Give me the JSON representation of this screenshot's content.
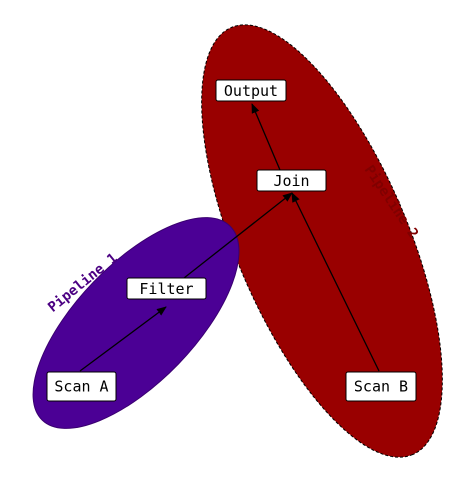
{
  "colors": {
    "pipeline_1": "#4b0095",
    "pipeline_2": "#990000",
    "pipeline_1_label": "#4b0082",
    "pipeline_2_label": "#800000",
    "node_fill": "#ffffff",
    "node_stroke": "#000000",
    "edge": "#000000"
  },
  "pipelines": {
    "pipeline_1": {
      "label": "Pipeline 1"
    },
    "pipeline_2": {
      "label": "Pipeline 2"
    }
  },
  "nodes": {
    "output": {
      "label": "Output"
    },
    "join": {
      "label": "Join"
    },
    "filter": {
      "label": "Filter"
    },
    "scan_a": {
      "label": "Scan A"
    },
    "scan_b": {
      "label": "Scan B"
    }
  },
  "edges": [
    {
      "from": "scan_a",
      "to": "filter"
    },
    {
      "from": "filter",
      "to": "join"
    },
    {
      "from": "scan_b",
      "to": "join"
    },
    {
      "from": "join",
      "to": "output"
    }
  ]
}
